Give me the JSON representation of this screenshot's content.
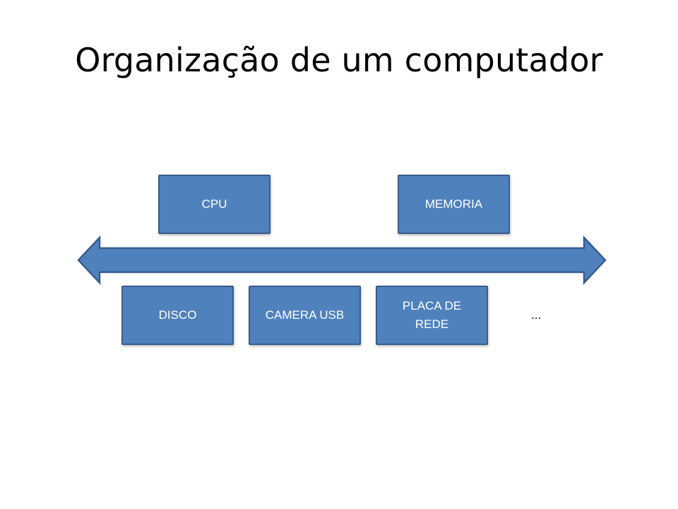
{
  "slide": {
    "title": "Organização de um computador"
  },
  "diagram": {
    "top_components": [
      "CPU",
      "MEMORIA"
    ],
    "bottom_components": [
      "DISCO",
      "CAMERA USB",
      "PLACA DE REDE"
    ],
    "continuation": "...",
    "colors": {
      "box_fill": "#4f81bd",
      "box_border": "#385d8a",
      "text": "#ffffff"
    }
  }
}
